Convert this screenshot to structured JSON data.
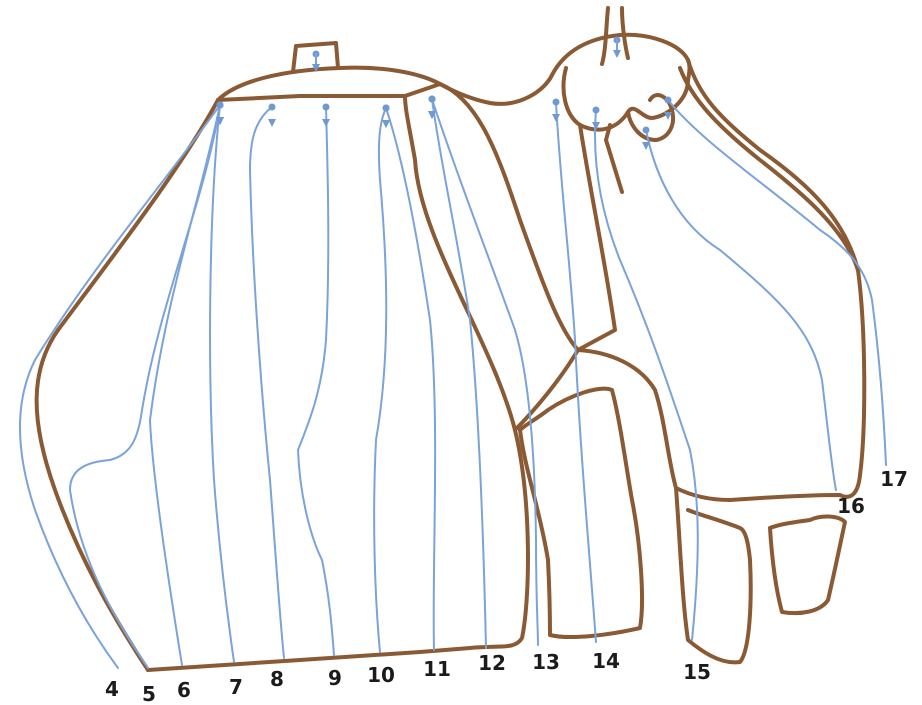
{
  "diagram": {
    "labels": [
      "4",
      "5",
      "6",
      "7",
      "8",
      "9",
      "10",
      "11",
      "12",
      "13",
      "14",
      "15",
      "16",
      "17"
    ]
  },
  "colors": {
    "outline": "#8a5a34",
    "lanes": "#7aa3d9",
    "text": "#1b1b1b"
  }
}
